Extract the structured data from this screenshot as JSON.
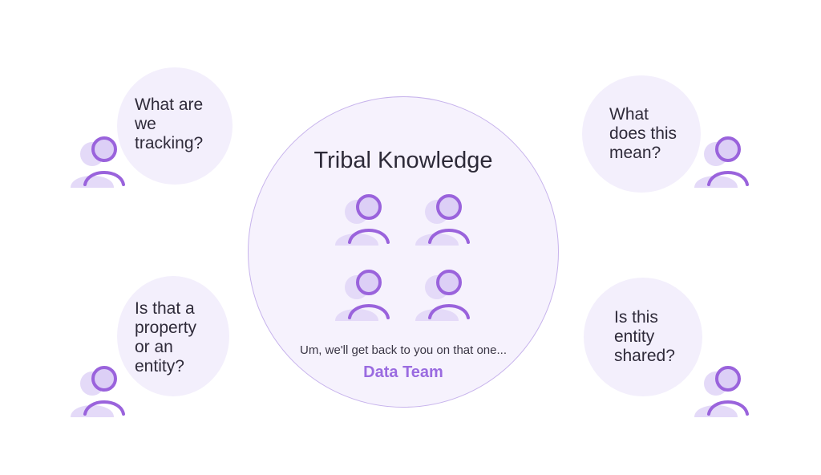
{
  "center": {
    "title": "Tribal Knowledge",
    "caption": "Um, we'll get back to you on that one...",
    "team_label": "Data Team"
  },
  "questions": {
    "top_left": "What are\nwe\ntracking?",
    "bottom_left": "Is that a\nproperty\nor an\nentity?",
    "top_right": "What\ndoes this\nmean?",
    "bottom_right": "Is this\nentity\nshared?"
  },
  "colors": {
    "accent": "#9a6be0",
    "bubble_fill": "#f3effc",
    "circle_fill": "#f6f2fd",
    "circle_stroke": "#c7b3ec",
    "icon_stroke": "#9a63dc",
    "icon_shadow": "#e4daf8"
  },
  "icons": {
    "person": "user-icon"
  }
}
